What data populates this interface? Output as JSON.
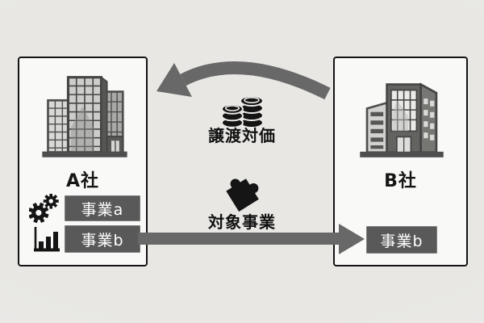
{
  "diagram_title": "business-transfer-scheme",
  "company_a": {
    "name": "A社",
    "businesses": [
      {
        "label": "事業a",
        "icon": "gears-icon"
      },
      {
        "label": "事業b",
        "icon": "bar-chart-icon"
      }
    ]
  },
  "company_b": {
    "name": "B社",
    "businesses": [
      {
        "label": "事業b"
      }
    ]
  },
  "consideration_flow": {
    "label": "譲渡対価",
    "icon": "coins-icon",
    "direction": "B社 → A社"
  },
  "transfer_flow": {
    "label": "対象事業",
    "icon": "puzzle-icon",
    "direction": "A社 事業b → B社 事業b"
  },
  "colors": {
    "background": "#e8e7e4",
    "box_background": "#f9f9f7",
    "box_border": "#141414",
    "chip_background": "#59595a",
    "chip_text": "#ffffff",
    "arrow_gray": "#686868",
    "icon_black": "#151515",
    "building_dark": "#4f4f4f",
    "building_glass": "#cdcdcb"
  }
}
